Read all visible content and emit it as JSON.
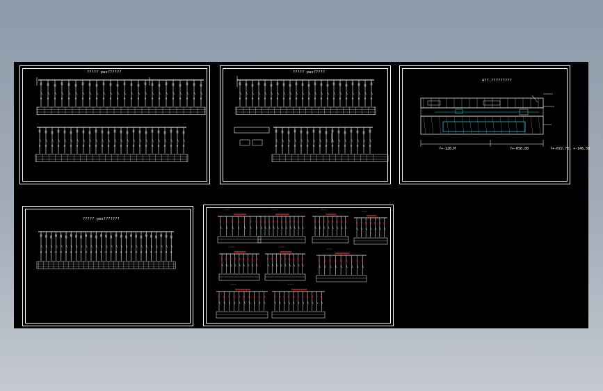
{
  "app": {
    "canvas_background": "#000000",
    "line_color": "#ffffff",
    "accent_red": "#ff2a2a",
    "accent_cyan": "#19c8c8"
  },
  "sheets": {
    "s1": {
      "title": "?????  pwo??????"
    },
    "s2": {
      "title": "?????  pwo?????"
    },
    "s3": {
      "title": "4??.?????????",
      "dims": [
        "?+-128.M",
        "?+-050.00",
        "?+-072.?01 +-146.50"
      ]
    },
    "s4": {
      "title": "?????  pwo???????"
    },
    "s5": {
      "panel_titles": [
        "?????",
        "?????",
        "?????",
        "?????",
        "?????",
        "?????",
        "?????",
        "?????",
        "?????"
      ]
    }
  }
}
